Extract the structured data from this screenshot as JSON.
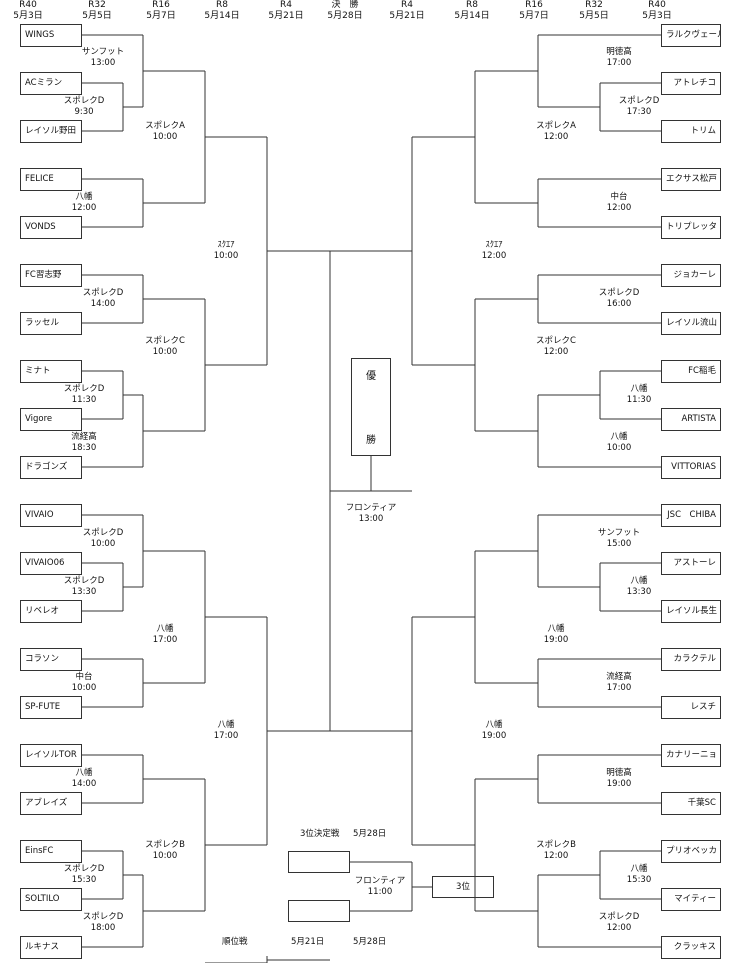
{
  "headers": [
    {
      "round": "R40",
      "date": "5月3日"
    },
    {
      "round": "R32",
      "date": "5月5日"
    },
    {
      "round": "R16",
      "date": "5月7日"
    },
    {
      "round": "R8",
      "date": "5月14日"
    },
    {
      "round": "R4",
      "date": "5月21日"
    },
    {
      "round": "決　勝",
      "date": "5月28日"
    },
    {
      "round": "R4",
      "date": "5月21日"
    },
    {
      "round": "R8",
      "date": "5月14日"
    },
    {
      "round": "R16",
      "date": "5月7日"
    },
    {
      "round": "R32",
      "date": "5月5日"
    },
    {
      "round": "R40",
      "date": "5月3日"
    }
  ],
  "left_teams": [
    "WINGS",
    "ACミラン",
    "レイソル野田",
    "FELICE",
    "VONDS",
    "FC習志野",
    "ラッセル",
    "ミナト",
    "Vigore",
    "ドラゴンズ",
    "VIVAIO",
    "VIVAIO06",
    "リベレオ",
    "コラソン",
    "SP-FUTE",
    "レイソルTOR",
    "アブレイズ",
    "EinsFC",
    "SOLTILO",
    "ルキナス"
  ],
  "right_teams": [
    "ラルクヴェール",
    "アトレチコ",
    "トリム",
    "エクサス松戸",
    "トリプレッタ",
    "ジョカーレ",
    "レイソル流山",
    "FC稲毛",
    "ARTISTA",
    "VITTORIAS",
    "JSC　CHIBA",
    "アストーレ",
    "レイソル長生",
    "カラクテル",
    "レスチ",
    "カナリーニョ",
    "千葉SC",
    "プリオベッカ",
    "マイティー",
    "クラッキス"
  ],
  "venues": [
    {
      "id": "l1",
      "venue": "サンフット",
      "time": "13:00"
    },
    {
      "id": "l2",
      "venue": "スポレクD",
      "time": "9:30"
    },
    {
      "id": "l3",
      "venue": "八幡",
      "time": "12:00"
    },
    {
      "id": "l4",
      "venue": "スポレクA",
      "time": "10:00"
    },
    {
      "id": "l5",
      "venue": "スポレクD",
      "time": "14:00"
    },
    {
      "id": "l6",
      "venue": "スポレクD",
      "time": "11:30"
    },
    {
      "id": "l7",
      "venue": "流経高",
      "time": "18:30"
    },
    {
      "id": "l8",
      "venue": "スポレクC",
      "time": "10:00"
    },
    {
      "id": "l9",
      "venue": "ｽｸｴｱ",
      "time": "10:00"
    },
    {
      "id": "l10",
      "venue": "スポレクD",
      "time": "10:00"
    },
    {
      "id": "l11",
      "venue": "スポレクD",
      "time": "13:30"
    },
    {
      "id": "l12",
      "venue": "中台",
      "time": "10:00"
    },
    {
      "id": "l13",
      "venue": "八幡",
      "time": "17:00"
    },
    {
      "id": "l14",
      "venue": "八幡",
      "time": "14:00"
    },
    {
      "id": "l15",
      "venue": "スポレクD",
      "time": "15:30"
    },
    {
      "id": "l16",
      "venue": "スポレクD",
      "time": "18:00"
    },
    {
      "id": "l17",
      "venue": "スポレクB",
      "time": "10:00"
    },
    {
      "id": "l18",
      "venue": "八幡",
      "time": "17:00"
    },
    {
      "id": "r1",
      "venue": "明徳高",
      "time": "17:00"
    },
    {
      "id": "r2",
      "venue": "スポレクD",
      "time": "17:30"
    },
    {
      "id": "r3",
      "venue": "中台",
      "time": "12:00"
    },
    {
      "id": "r4",
      "venue": "スポレクA",
      "time": "12:00"
    },
    {
      "id": "r5",
      "venue": "スポレクD",
      "time": "16:00"
    },
    {
      "id": "r6",
      "venue": "八幡",
      "time": "11:30"
    },
    {
      "id": "r7",
      "venue": "八幡",
      "time": "10:00"
    },
    {
      "id": "r8",
      "venue": "スポレクC",
      "time": "12:00"
    },
    {
      "id": "r9",
      "venue": "ｽｸｴｱ",
      "time": "12:00"
    },
    {
      "id": "r10",
      "venue": "サンフット",
      "time": "15:00"
    },
    {
      "id": "r11",
      "venue": "八幡",
      "time": "13:30"
    },
    {
      "id": "r12",
      "venue": "流経高",
      "time": "17:00"
    },
    {
      "id": "r13",
      "venue": "八幡",
      "time": "19:00"
    },
    {
      "id": "r14",
      "venue": "明徳高",
      "time": "19:00"
    },
    {
      "id": "r15",
      "venue": "八幡",
      "time": "15:30"
    },
    {
      "id": "r16",
      "venue": "スポレクD",
      "time": "12:00"
    },
    {
      "id": "r17",
      "venue": "スポレクB",
      "time": "12:00"
    },
    {
      "id": "r18",
      "venue": "八幡",
      "time": "19:00"
    },
    {
      "id": "final",
      "venue": "フロンティア",
      "time": "13:00"
    },
    {
      "id": "third",
      "venue": "フロンティア",
      "time": "11:00"
    }
  ],
  "champion": {
    "line1": "優",
    "line2": "勝"
  },
  "third_place": {
    "title": "3位決定戦",
    "date": "5月28日",
    "result": "3位"
  },
  "ranking": {
    "title": "順位戦",
    "date1": "5月21日",
    "date2": "5月28日"
  }
}
